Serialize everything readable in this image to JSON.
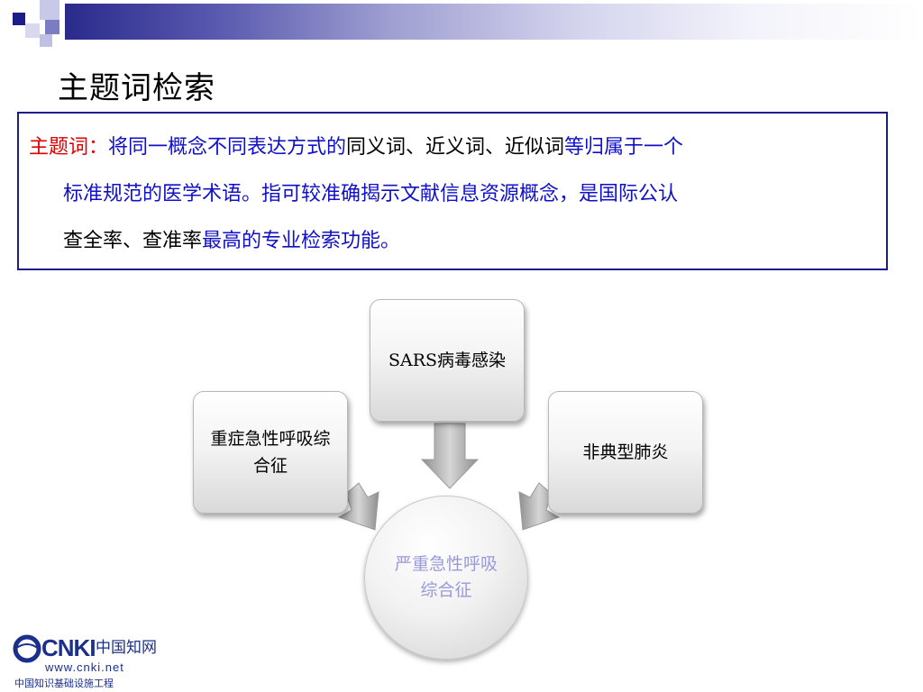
{
  "slide": {
    "title": "主题词检索"
  },
  "definition": {
    "term": "主题词：",
    "line1_blue_a": "将同一概念不同表达方式的",
    "line1_black": "同义词、近义词、近似词",
    "line1_blue_b": "等归属于一个",
    "line2_blue": "标准规范的医学术语。指可较准确揭示文献信息资源概念，是国际公认",
    "line3_black": "查全率、查准率",
    "line3_blue": "最高的专业检索功能。"
  },
  "diagram": {
    "top_box": "SARS病毒感染",
    "left_box": "重症急性呼吸综合征",
    "right_box": "非典型肺炎",
    "center_circle": "严重急性呼吸综合征"
  },
  "logo": {
    "brand": "CNKI",
    "chinese_name": "中国知网",
    "url": "www.cnki.net",
    "subtitle": "中国知识基础设施工程"
  },
  "colors": {
    "term_red": "#e00000",
    "text_blue": "#1010c8",
    "box_border": "#1c1c8a",
    "circle_text": "#9a9ad8"
  }
}
